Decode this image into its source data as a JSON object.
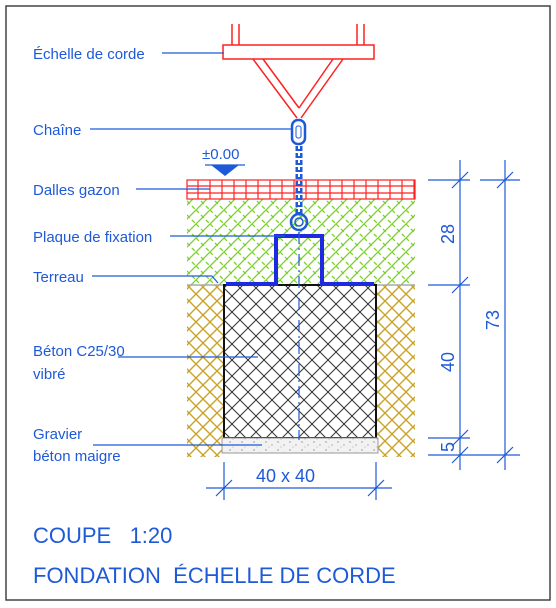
{
  "labels": {
    "echelle": "Échelle de corde",
    "chaine": "Chaîne",
    "level": "±0.00",
    "dalles": "Dalles gazon",
    "plaque": "Plaque de fixation",
    "terreau": "Terreau",
    "beton_line1": "Béton C25/30",
    "beton_line2": "vibré",
    "gravier_line1": "Gravier",
    "gravier_line2": "béton maigre"
  },
  "dimensions": {
    "d28": "28",
    "d40": "40",
    "d5": "5",
    "d73": "73",
    "size": "40 x 40"
  },
  "title": {
    "line1": "COUPE   1:20",
    "line2": "FONDATION  ÉCHELLE DE CORDE"
  },
  "colors": {
    "annotation": "#1e5ad8",
    "ladder": "#ff2020",
    "grass": "#7ad12a",
    "soil": "#c9a227",
    "concrete": "#222222"
  }
}
